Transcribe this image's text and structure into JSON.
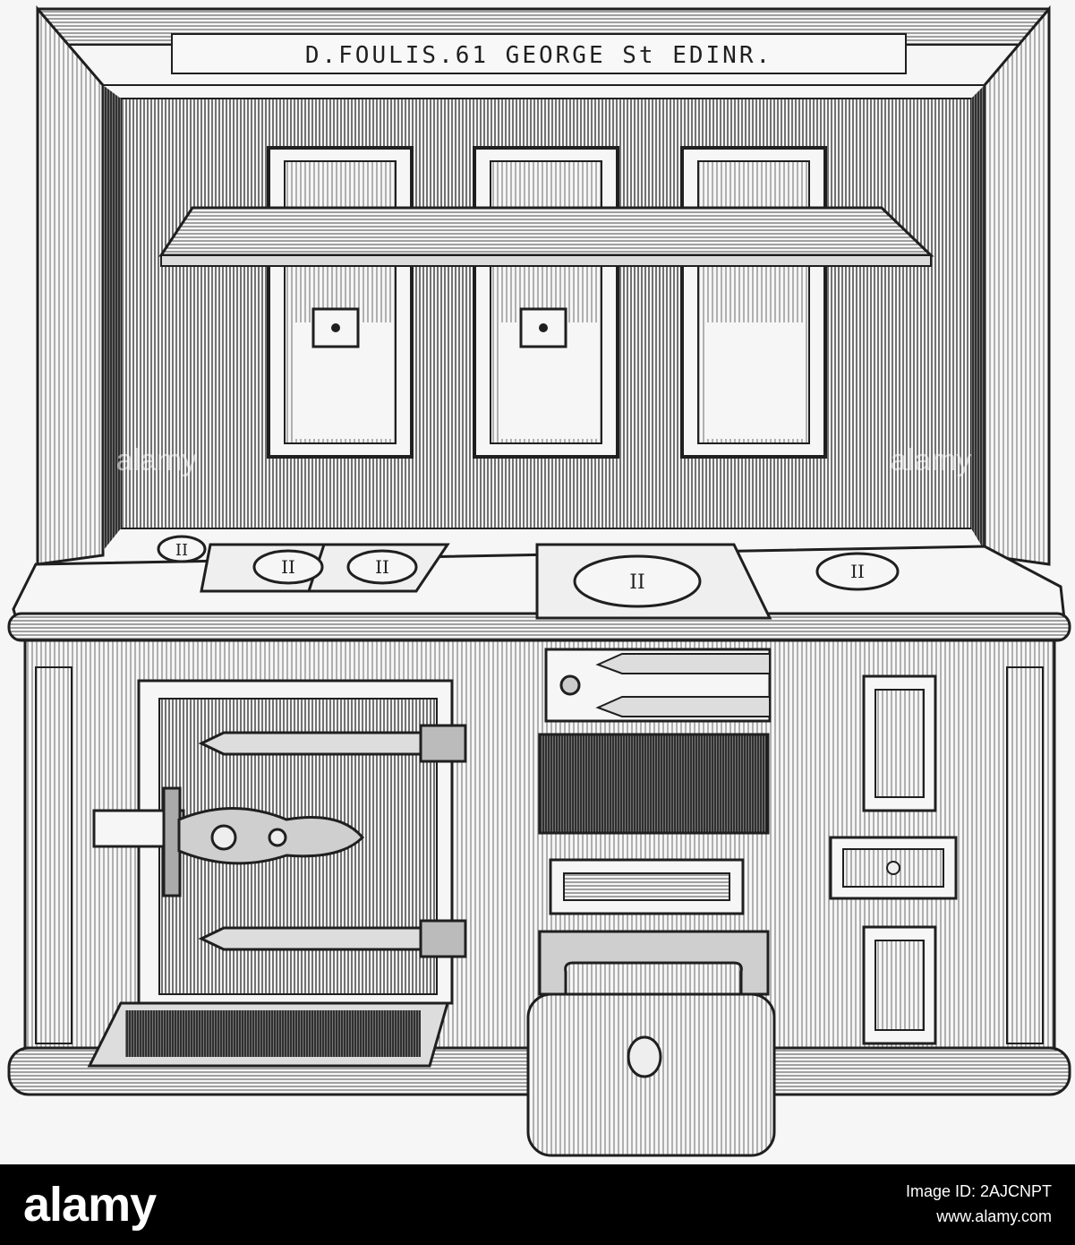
{
  "engraving": {
    "maker_plate": "D.FOULIS.61 GEORGE St EDINR.",
    "hob_marks": [
      "II",
      "II",
      "II",
      "II",
      "II"
    ]
  },
  "watermark": {
    "text": "alamy"
  },
  "footer": {
    "logo": "alamy",
    "image_id": "Image ID: 2AJCNPT",
    "site": "www.alamy.com"
  },
  "colors": {
    "ink": "#1f1f1f",
    "paper": "#f6f6f6",
    "footer_bg": "#000000",
    "footer_text": "#ffffff"
  }
}
